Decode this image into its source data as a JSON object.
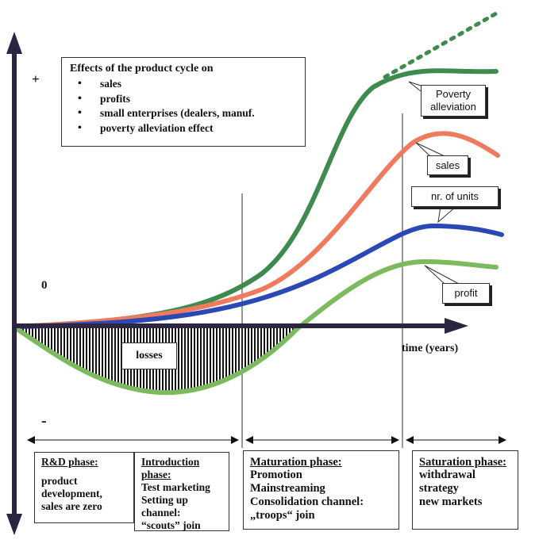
{
  "legend": {
    "title": "Effects of the product cycle on",
    "items": [
      "sales",
      "profits",
      "small enterprises (dealers, manuf.",
      "poverty alleviation effect"
    ]
  },
  "axis": {
    "plus": "+",
    "zero": "0",
    "minus": "-",
    "x_label": "time (years)"
  },
  "callouts": {
    "poverty": "Poverty alleviation",
    "sales": "sales",
    "units": "nr. of units",
    "profit": "profit",
    "losses": "losses"
  },
  "phases": [
    {
      "title": "R&D phase:",
      "lines": [
        "product",
        "development,",
        "sales are zero"
      ]
    },
    {
      "title": "Introduction phase:",
      "lines": [
        "Test marketing",
        "Setting up",
        "channel:",
        "“scouts” join"
      ]
    },
    {
      "title": "Maturation phase:",
      "lines": [
        "Promotion",
        "Mainstreaming",
        "Consolidation channel:",
        "„troops“ join"
      ]
    },
    {
      "title": "Saturation phase:",
      "lines": [
        "withdrawal",
        "strategy",
        "new markets"
      ]
    }
  ],
  "colors": {
    "poverty_curve": "#3f8a4e",
    "sales_curve": "#ef7a5e",
    "units_curve": "#2b49b4",
    "profit_curve": "#7cba5e",
    "axis": "#2b2540"
  }
}
